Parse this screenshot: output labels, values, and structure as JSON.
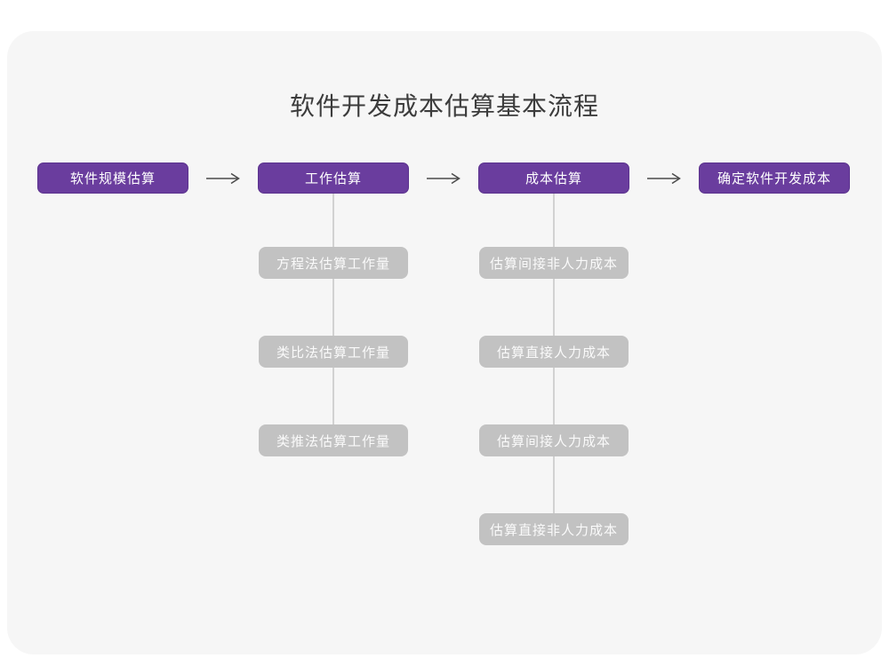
{
  "page": {
    "title": "软件开发成本估算基本流程"
  },
  "colors": {
    "card_bg": "#f6f6f6",
    "title_text": "#3c3c3c",
    "stage_fill": "#6a3d9e",
    "stage_border": "#5c338e",
    "sub_fill": "#c2c2c2",
    "sub_text": "#fafafa",
    "arrow": "#4a4a4a",
    "connector": "#d2d2d2"
  },
  "flow": {
    "stages": [
      {
        "label": "软件规模估算"
      },
      {
        "label": "工作估算"
      },
      {
        "label": "成本估算"
      },
      {
        "label": "确定软件开发成本"
      }
    ],
    "work_methods": [
      "方程法估算工作量",
      "类比法估算工作量",
      "类推法估算工作量"
    ],
    "cost_components": [
      "估算间接非人力成本",
      "估算直接人力成本",
      "估算间接人力成本",
      "估算直接非人力成本"
    ]
  }
}
